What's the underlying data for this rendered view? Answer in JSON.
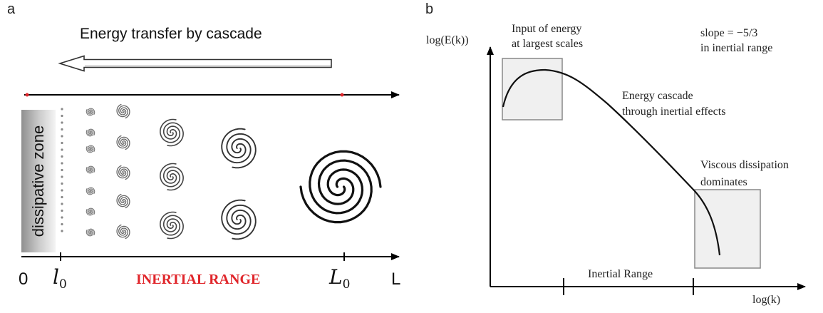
{
  "panel_a": {
    "letter": "a",
    "arrow_label": "Energy transfer by cascade",
    "zone_label": "dissipative zone",
    "axis_zero": "0",
    "axis_l0_symbol": "l",
    "axis_l0_sub": "0",
    "axis_L0_symbol": "L",
    "axis_L0_sub": "0",
    "axis_end": "L",
    "range_label": "INERTIAL RANGE",
    "range_label_color": "#e0262b"
  },
  "panel_b": {
    "letter": "b",
    "y_axis_label": "log(E(k))",
    "x_axis_label": "log(k)",
    "slope_note_line1": "slope = −5/3",
    "slope_note_line2": "in inertial range",
    "input_line1": "Input of energy",
    "input_line2": "at largest scales",
    "cascade_line1": "Energy cascade",
    "cascade_line2": "through inertial effects",
    "viscous_line1": "Viscous dissipation",
    "viscous_line2": "dominates",
    "inertial_range_label": "Inertial Range"
  }
}
